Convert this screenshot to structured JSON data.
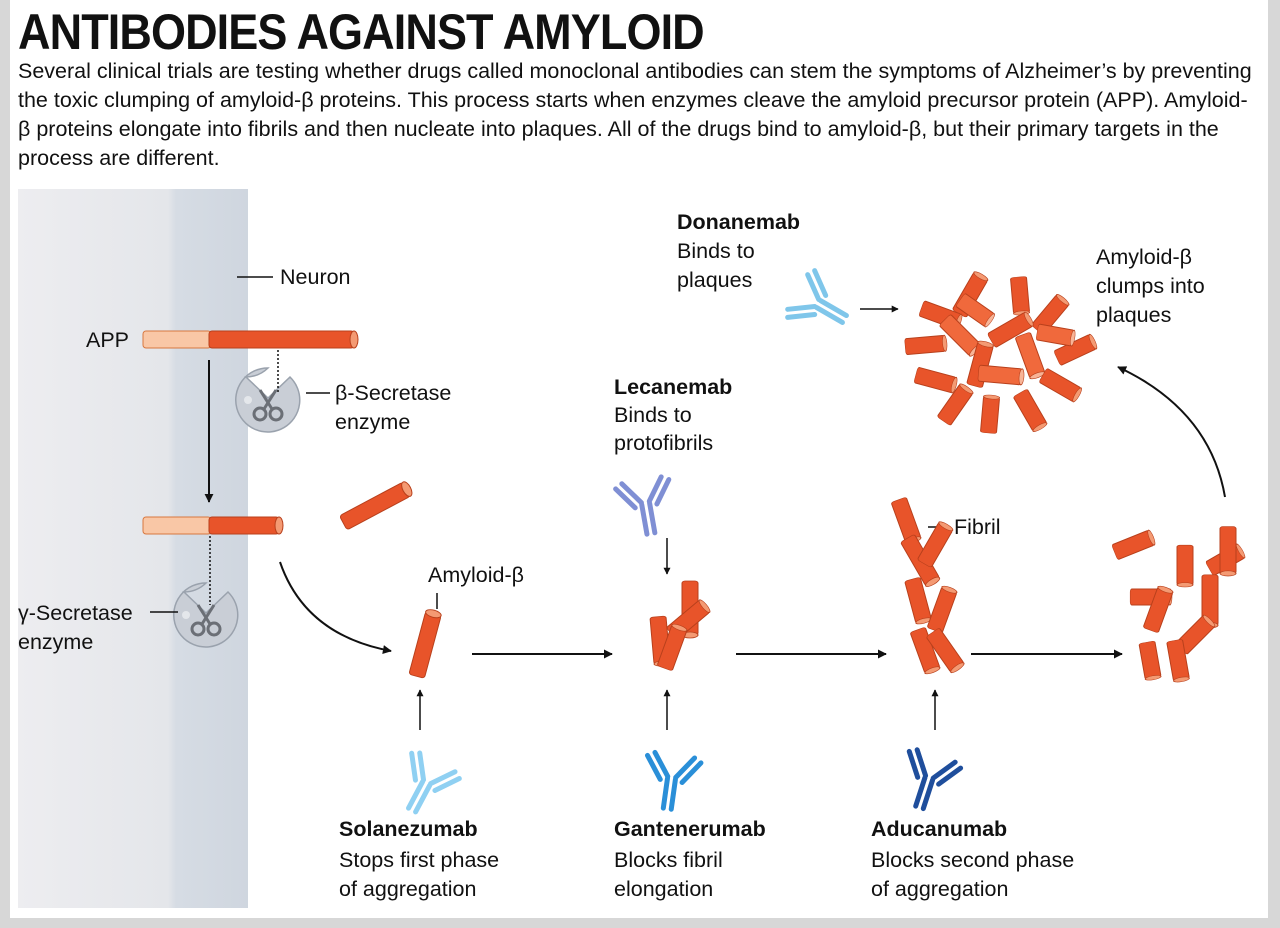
{
  "title": "ANTIBODIES AGAINST AMYLOID",
  "intro": "Several clinical trials are testing whether drugs called monoclonal antibodies can stem the symptoms of Alzheimer’s by preventing the toxic clumping of amyloid-β proteins. This process starts when enzymes cleave the amyloid precursor protein (APP). Amyloid-β proteins elongate into fibrils and then nucleate into plaques. All of the drugs bind to amyloid-β, but their primary targets in the process are different.",
  "labels": {
    "neuron": "Neuron",
    "app": "APP",
    "beta_secretase_1": "β-Secretase",
    "beta_secretase_2": "enzyme",
    "gamma_secretase_1": "γ-Secretase",
    "gamma_secretase_2": "enzyme",
    "amyloid_beta": "Amyloid-β",
    "fibril": "Fibril",
    "plaques_1": "Amyloid-β",
    "plaques_2": "clumps into",
    "plaques_3": "plaques"
  },
  "drugs": {
    "donanemab": {
      "name": "Donanemab",
      "line1": "Binds to",
      "line2": "plaques"
    },
    "lecanemab": {
      "name": "Lecanemab",
      "line1": "Binds to",
      "line2": "protofibrils"
    },
    "solanezumab": {
      "name": "Solanezumab",
      "line1": "Stops first phase",
      "line2": "of aggregation"
    },
    "gantenerumab": {
      "name": "Gantenerumab",
      "line1": "Blocks fibril",
      "line2": "elongation"
    },
    "aducanumab": {
      "name": "Aducanumab",
      "line1": "Blocks second phase",
      "line2": "of aggregation"
    }
  },
  "colors": {
    "amyloid": "#e8542a",
    "amyloid_light": "#f7b792",
    "solanezumab": "#8fd0f2",
    "gantenerumab": "#2a8fd8",
    "aducanumab": "#1f4e9c",
    "lecanemab": "#7f8fd4",
    "donanemab": "#7fc6ea"
  }
}
